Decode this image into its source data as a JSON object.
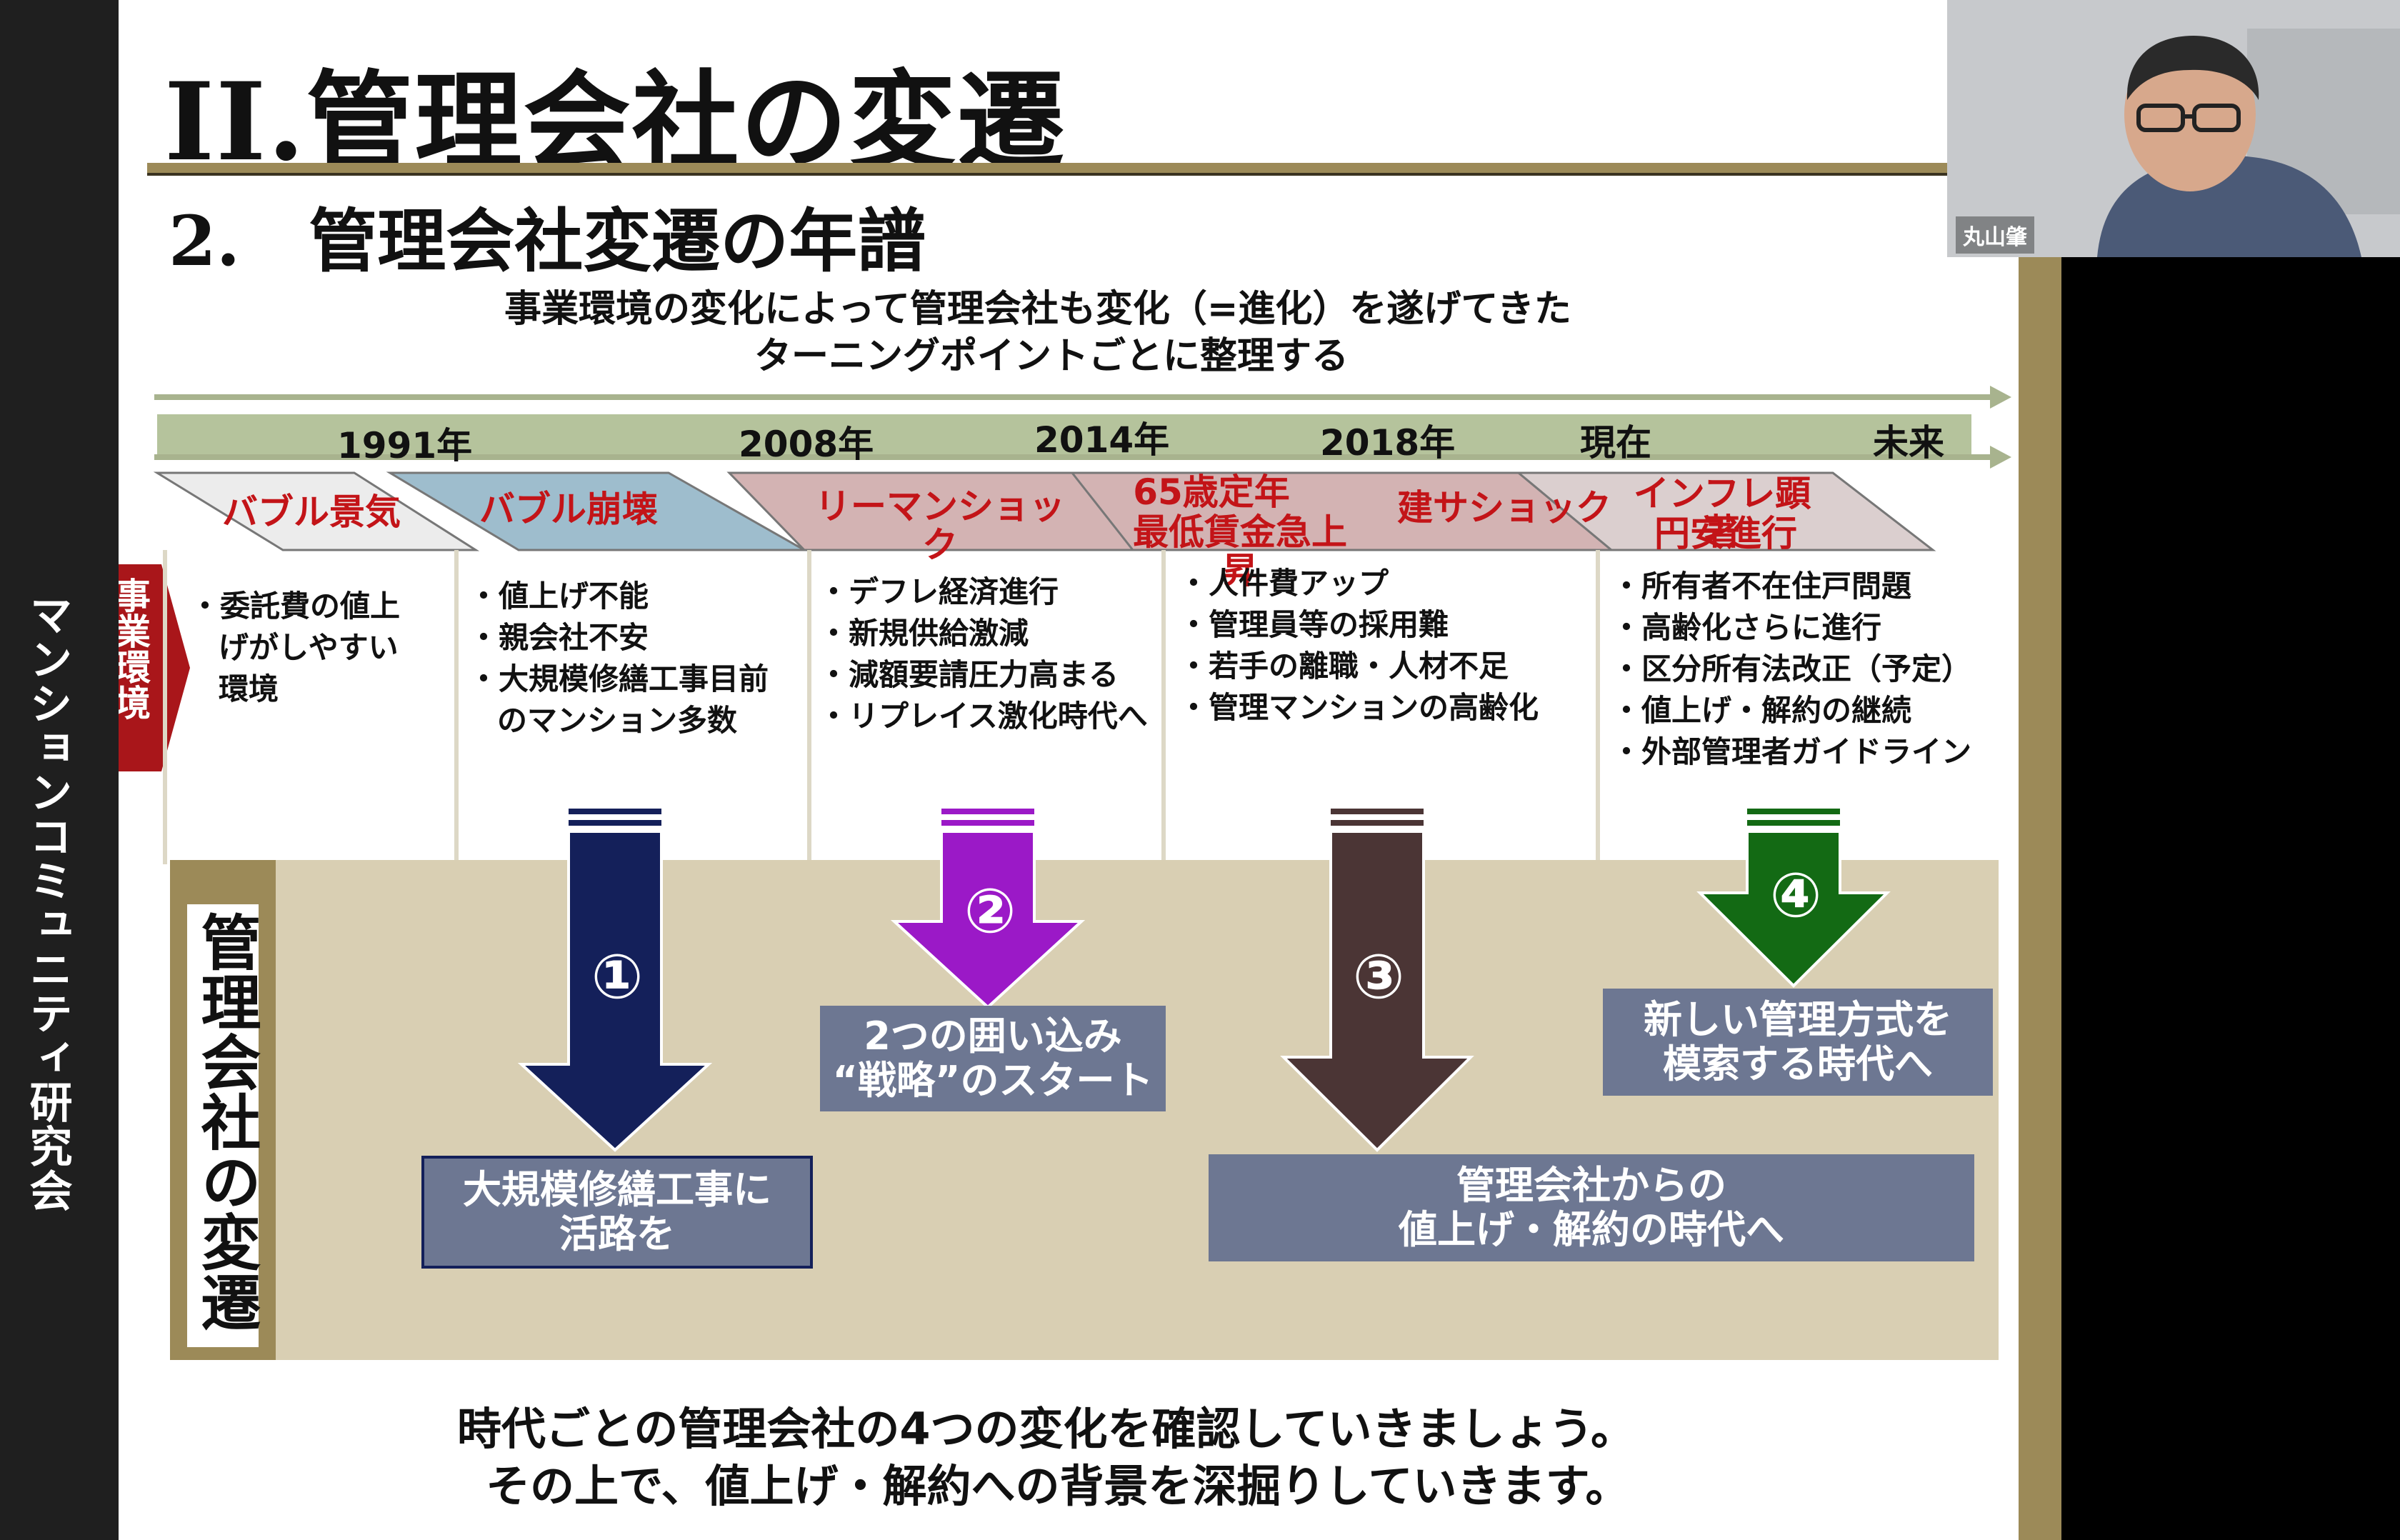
{
  "meeting": {
    "participant_name": "丸山肇",
    "sidebar_label": "マンションコミュニティ研究会"
  },
  "slide": {
    "title": "II.管理会社の変遷",
    "subtitle": "2.　管理会社変遷の年譜",
    "intro": [
      "事業環境の変化によって管理会社も変化（=進化）を遂げてきた",
      "ターニングポイントごとに整理する"
    ],
    "timeline_years": [
      "1991年",
      "2008年",
      "2014年",
      "2018年",
      "現在",
      "未来"
    ],
    "phases": [
      {
        "label": "バブル景気",
        "color": "#ececec"
      },
      {
        "label": "バブル崩壊",
        "color": "#9ebdcd"
      },
      {
        "label": "リーマンショック",
        "color": "#d3b3b3"
      },
      {
        "label_line1": "65歳定年",
        "label_line2": "最低賃金急上昇",
        "color": "#d3b3b3"
      },
      {
        "label": "建サショック",
        "color": "#d3b3b3"
      },
      {
        "label_line1": "インフレ顕著",
        "label_line2": "円安進行",
        "color": "#dbcfcf"
      }
    ],
    "env_label": "事業環境",
    "environment": [
      {
        "bullets": [
          "委託費の値上",
          "げがしやすい",
          "環境"
        ]
      },
      {
        "bullets": [
          "値上げ不能",
          "親会社不安",
          "大規模修繕工事目前",
          "のマンション多数"
        ]
      },
      {
        "bullets": [
          "デフレ経済進行",
          "新規供給激減",
          "減額要請圧力高まる",
          "リプレイス激化時代へ"
        ]
      },
      {
        "bullets": [
          "人件費アップ",
          "管理員等の採用難",
          "若手の離職・人材不足",
          "管理マンションの高齢化"
        ]
      },
      {
        "bullets": [
          "所有者不在住戸問題",
          "高齢化さらに進行",
          "区分所有法改正（予定）",
          "値上げ・解約の継続",
          "外部管理者ガイドライン"
        ]
      }
    ],
    "mgmt_label": "管理会社の変遷",
    "changes": [
      {
        "num": "①",
        "color": "#14205a",
        "text": [
          "大規模修繕工事に",
          "活路を"
        ]
      },
      {
        "num": "②",
        "color": "#9b19c7",
        "text": [
          "2つの囲い込み",
          "“戦略”のスタート"
        ]
      },
      {
        "num": "③",
        "color": "#4b3535",
        "text": [
          "管理会社からの",
          "値上げ・解約の時代へ"
        ]
      },
      {
        "num": "④",
        "color": "#136a14",
        "text": [
          "新しい管理方式を",
          "模索する時代へ"
        ]
      }
    ],
    "closing": [
      "時代ごとの管理会社の4つの変化を確認していきましょう。",
      "その上で、値上げ・解約への背景を深掘りしていきます。"
    ]
  }
}
